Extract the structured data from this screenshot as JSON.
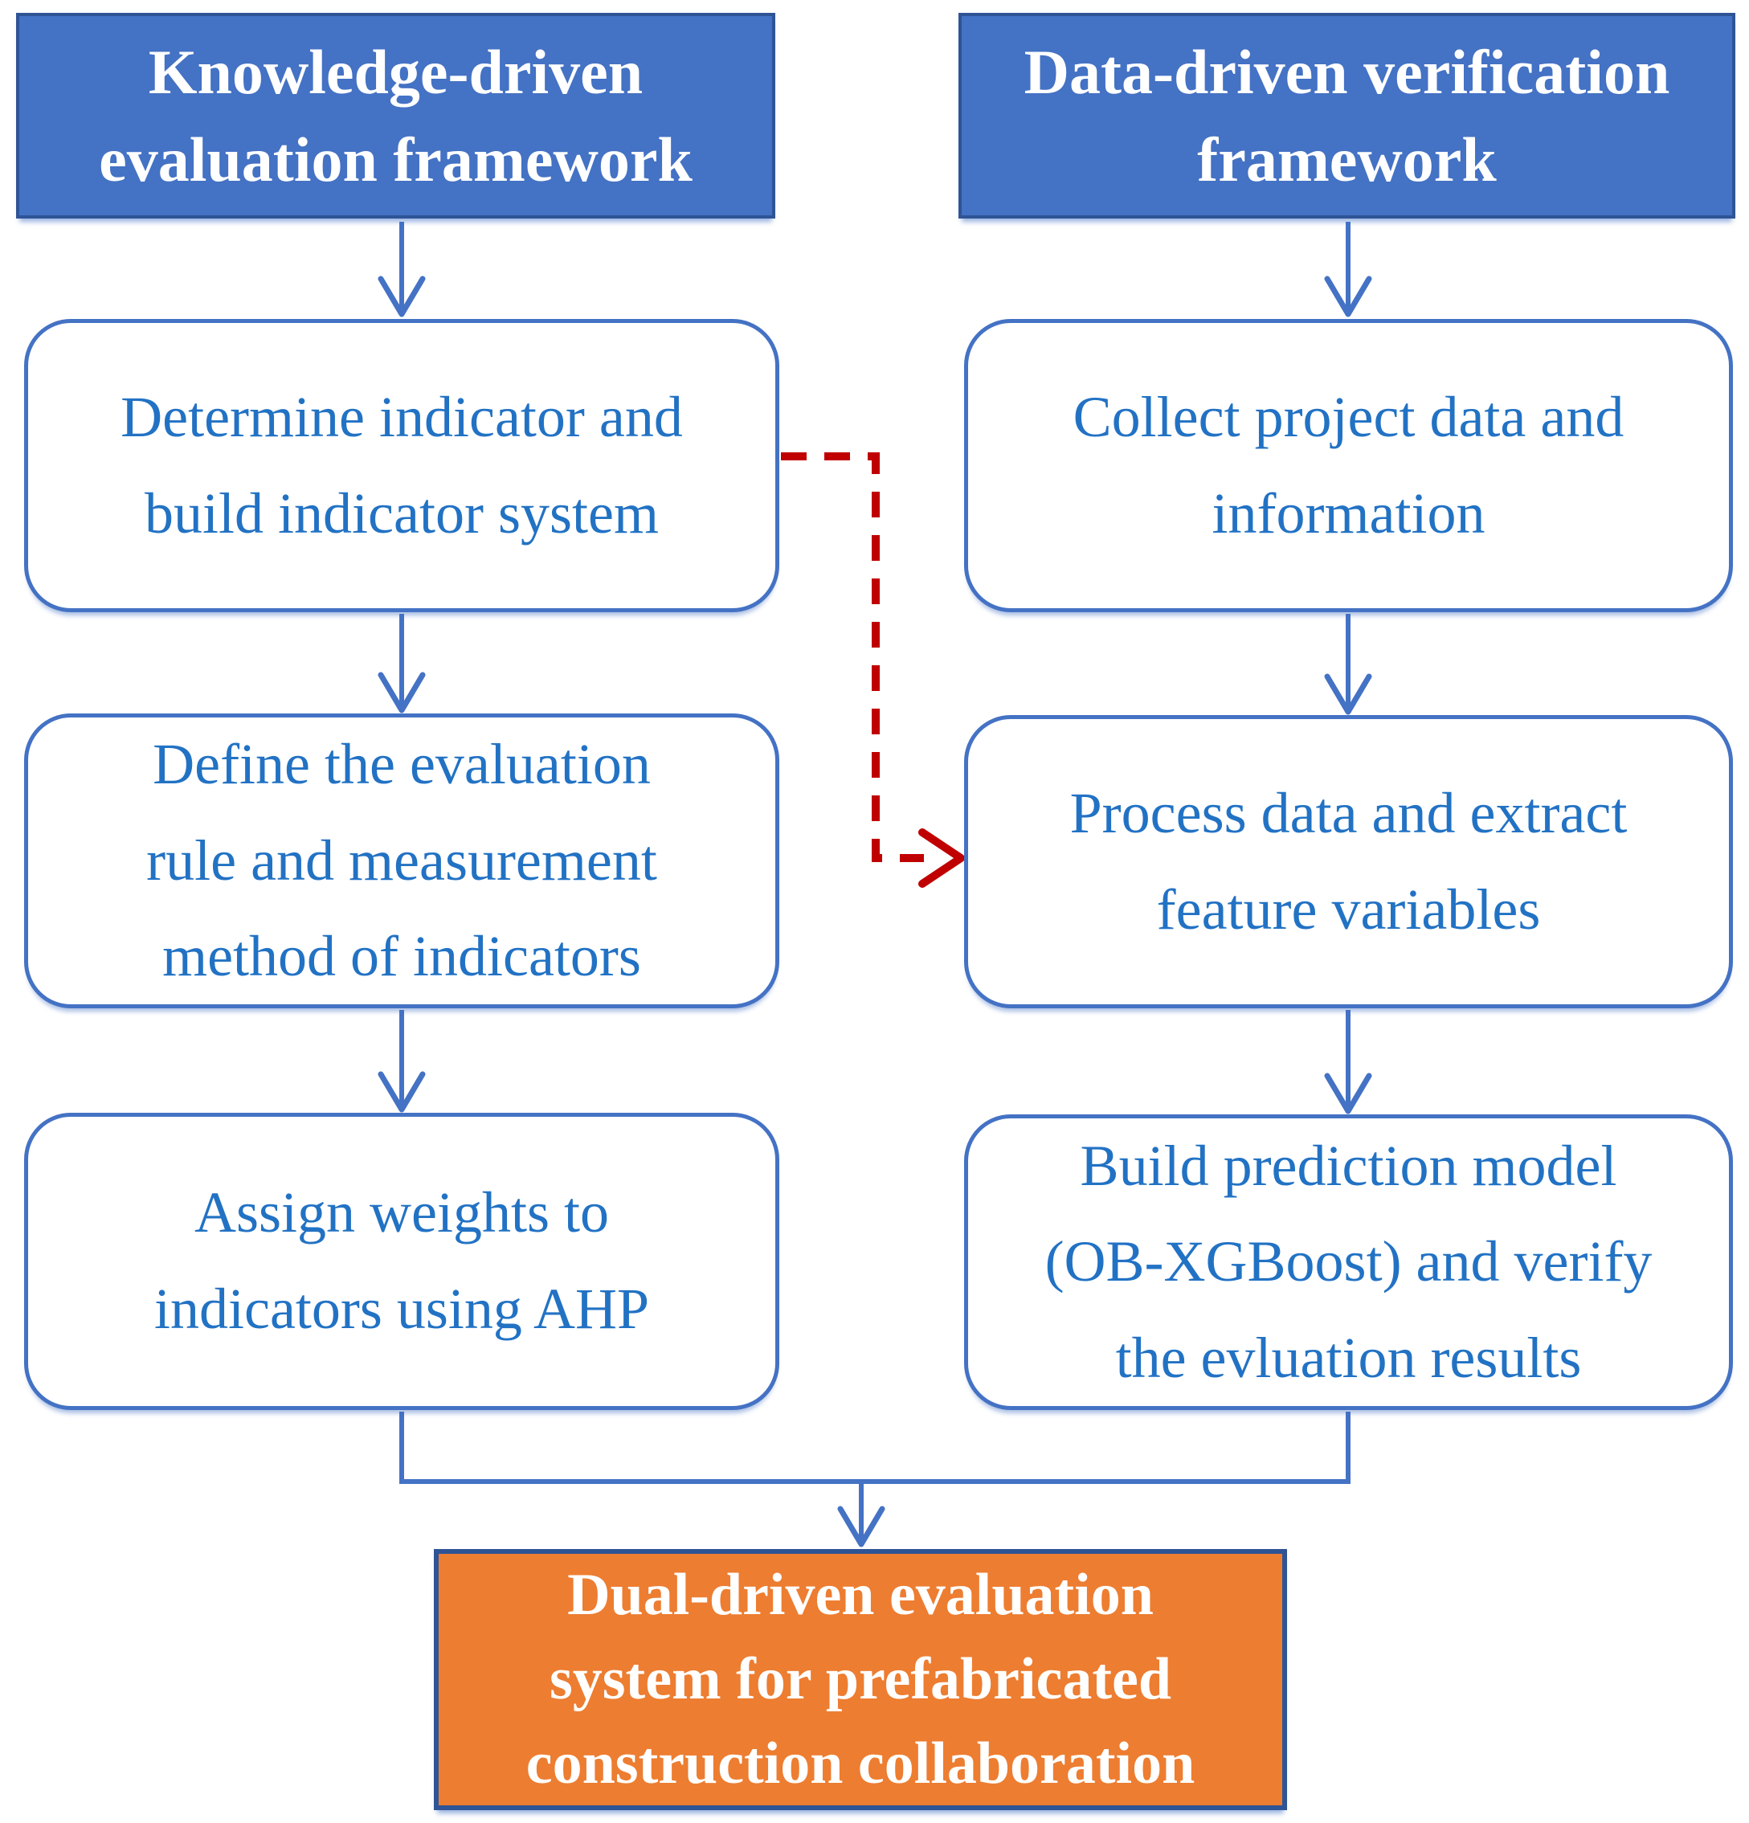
{
  "diagram": {
    "headers": {
      "left": {
        "text": "Knowledge-driven evaluation framework",
        "lines": [
          "Knowledge-driven",
          "evaluation framework"
        ]
      },
      "right": {
        "text": "Data-driven verification framework",
        "lines": [
          "Data-driven verification",
          "framework"
        ]
      }
    },
    "left_column": {
      "step1": {
        "text": "Determine indicator and build indicator system",
        "lines": [
          "Determine indicator and",
          "build indicator system"
        ]
      },
      "step2": {
        "text": "Define the evaluation rule and measurement method of indicators",
        "lines": [
          "Define the evaluation",
          "rule and measurement",
          "method of indicators"
        ]
      },
      "step3": {
        "text": "Assign weights to indicators using AHP",
        "lines": [
          "Assign weights to",
          "indicators using AHP"
        ]
      }
    },
    "right_column": {
      "step1": {
        "text": "Collect project data and information",
        "lines": [
          "Collect project data and",
          "information"
        ]
      },
      "step2": {
        "text": "Process data and extract feature variables",
        "lines": [
          "Process data and extract",
          "feature variables"
        ]
      },
      "step3": {
        "text": "Build prediction model (OB-XGBoost) and verify the evluation results",
        "lines": [
          "Build prediction model",
          "(OB-XGBoost) and verify",
          "the evluation results"
        ]
      }
    },
    "result": {
      "text": "Dual-driven evaluation system for prefabricated construction collaboration",
      "lines": [
        "Dual-driven evaluation",
        "system for prefabricated",
        "construction collaboration"
      ]
    }
  },
  "colors": {
    "header-fill": "#4472C4",
    "header-border": "#2F5496",
    "box-border": "#4472C4",
    "box-text": "#2272C4",
    "line-blue": "#4472C4",
    "line-red": "#C00000",
    "result-fill": "#ED7D31",
    "result-border": "#2F5496",
    "text-white": "#FFFFFF"
  }
}
